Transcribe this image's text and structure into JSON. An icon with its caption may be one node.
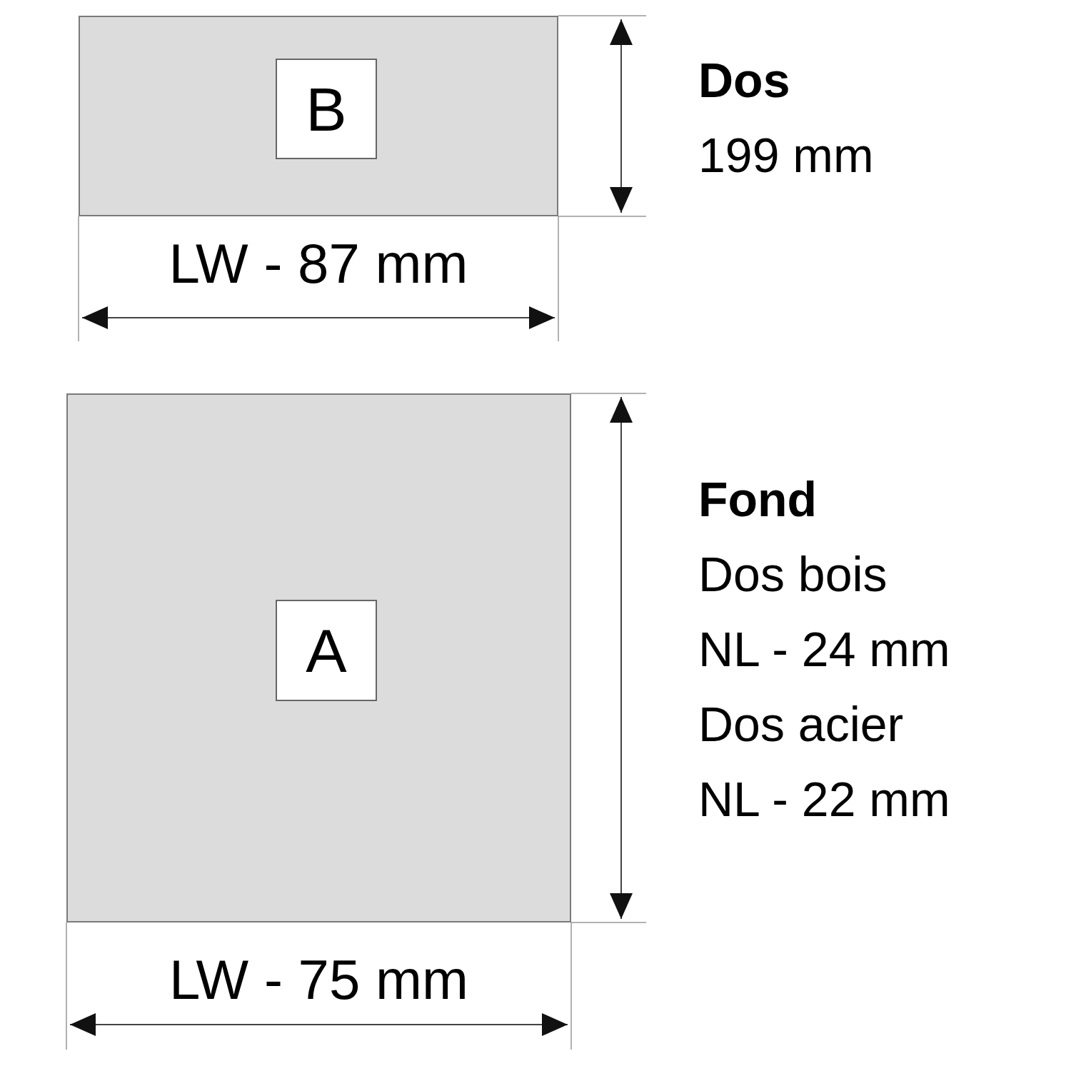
{
  "diagram": {
    "nodes": [
      {
        "text": [],
        "shape": "box"
      },
      {
        "text": [
          "B"
        ],
        "in": 0
      },
      {
        "text": [],
        "shape": "box"
      },
      {
        "text": [
          "A"
        ],
        "in": 2
      }
    ],
    "labels": [
      "Dos",
      "199 mm",
      "LW - 87 mm",
      "Fond",
      "Dos bois",
      "NL - 24 mm",
      "Dos acier",
      "NL - 22 mm",
      "LW - 75 mm"
    ]
  }
}
